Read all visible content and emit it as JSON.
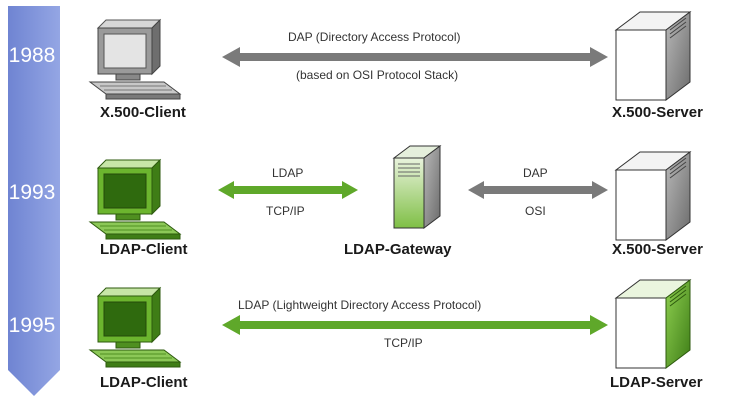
{
  "timeline": {
    "years": [
      "1988",
      "1993",
      "1995"
    ]
  },
  "rows": [
    {
      "client": "X.500-Client",
      "server": "X.500-Server",
      "link": {
        "top": "DAP (Directory Access Protocol)",
        "bottom": "(based on OSI Protocol Stack)"
      }
    },
    {
      "client": "LDAP-Client",
      "gateway": "LDAP-Gateway",
      "server": "X.500-Server",
      "link_left": {
        "top": "LDAP",
        "bottom": "TCP/IP"
      },
      "link_right": {
        "top": "DAP",
        "bottom": "OSI"
      }
    },
    {
      "client": "LDAP-Client",
      "server": "LDAP-Server",
      "link": {
        "top": "LDAP (Lightweight Directory Access Protocol)",
        "bottom": "TCP/IP"
      }
    }
  ],
  "colors": {
    "timeline": "#7b8fd6",
    "green": "#5fa82a",
    "gray_arrow": "#7a7a7a"
  },
  "icons": [
    "computer-icon",
    "server-icon"
  ]
}
